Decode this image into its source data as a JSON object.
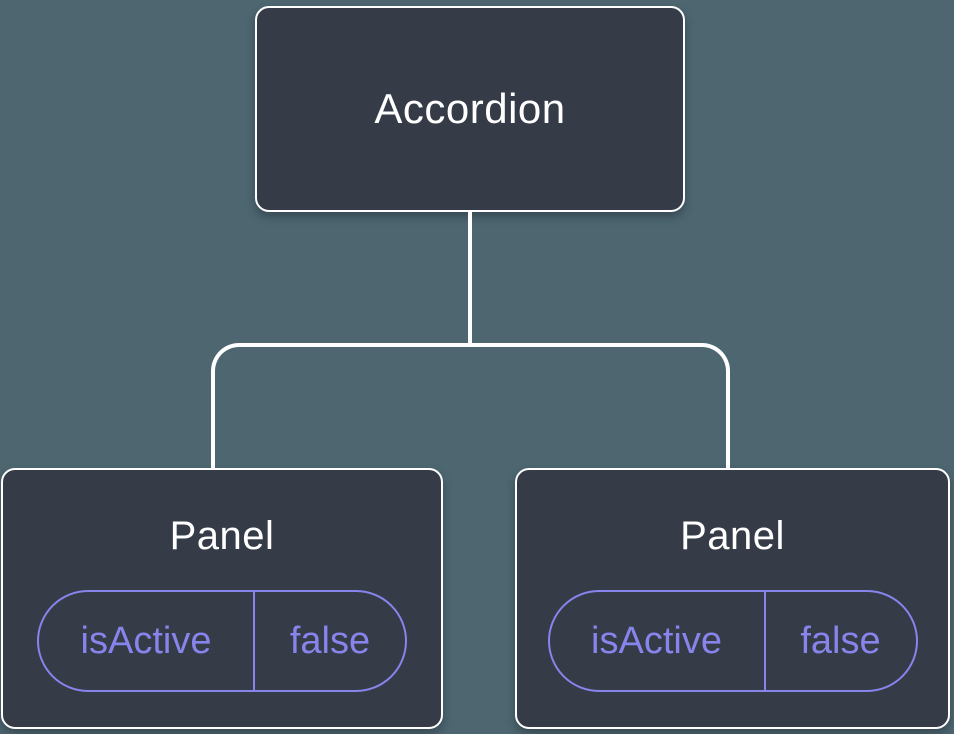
{
  "diagram": {
    "root": {
      "label": "Accordion"
    },
    "children": [
      {
        "label": "Panel",
        "state": {
          "key": "isActive",
          "value": "false"
        }
      },
      {
        "label": "Panel",
        "state": {
          "key": "isActive",
          "value": "false"
        }
      }
    ]
  },
  "colors": {
    "background": "#4D6670",
    "node_fill": "#353B47",
    "node_border": "#FFFFFF",
    "node_text": "#FFFFFF",
    "connector": "#FFFFFF",
    "state_accent": "#8784EC"
  }
}
